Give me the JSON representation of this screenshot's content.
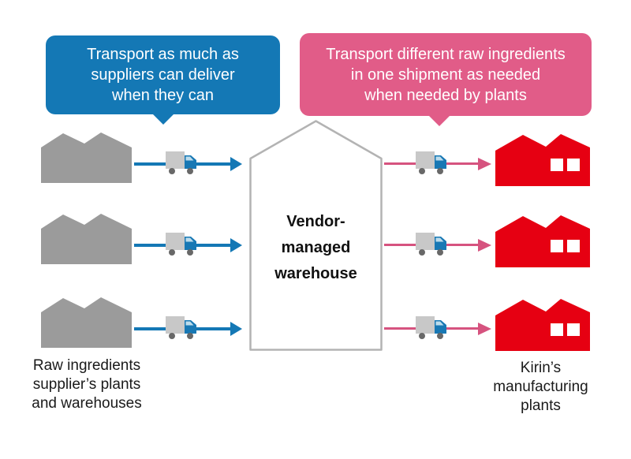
{
  "colors": {
    "blue": "#1478b5",
    "pink": "#e15c88",
    "arrow_pink": "#d6537f",
    "red": "#e60012",
    "gray": "#9b9b9b",
    "truck_body": "#c8c8c8",
    "truck_cab": "#1878b4",
    "truck_window": "#bcdcec",
    "wheel": "#686868",
    "outline_gray": "#b3b3b3",
    "text_dark": "#1a1a1a"
  },
  "callouts": {
    "supplier": {
      "lines": [
        "Transport as much as",
        "suppliers can deliver",
        "when they can"
      ],
      "color": "#1478b5"
    },
    "plants": {
      "lines": [
        "Transport different raw ingredients",
        "in one shipment as needed",
        "when needed by plants"
      ],
      "color": "#e15c88"
    }
  },
  "warehouse": {
    "lines": [
      "Vendor-",
      "managed",
      "warehouse"
    ]
  },
  "captions": {
    "suppliers": {
      "lines": [
        "Raw ingredients",
        "supplier’s plants",
        "and warehouses"
      ]
    },
    "plants": {
      "lines": [
        "Kirin’s",
        "manufacturing",
        "plants"
      ]
    }
  }
}
